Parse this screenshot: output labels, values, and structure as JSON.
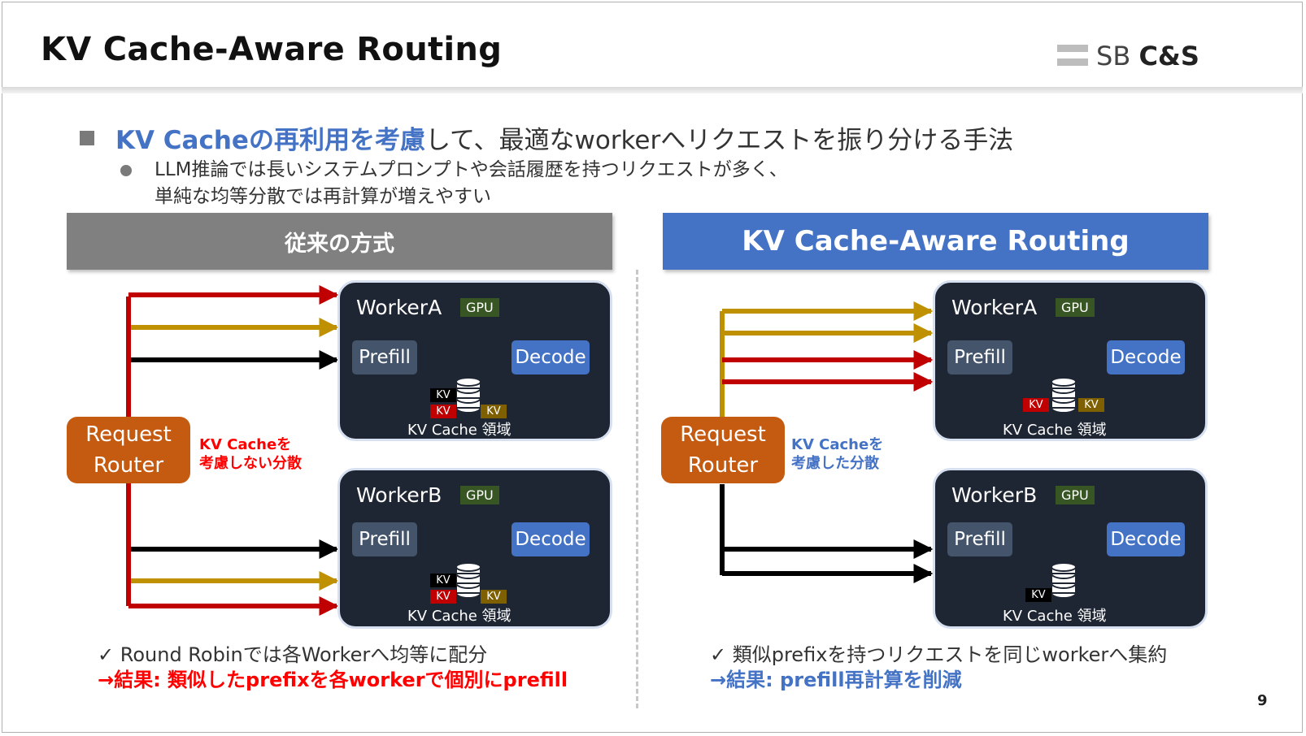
{
  "title": "KV Cache-Aware Routing",
  "logo": {
    "text_thin": "SB",
    "text_bold": "C&S"
  },
  "bullets": {
    "main_highlight": "KV Cacheの再利用を考慮",
    "main_rest": "して、最適なworkerへリクエストを振り分ける手法",
    "sub_line1": "LLM推論では長いシステムプロンプトや会話履歴を持つリクエストが多く、",
    "sub_line2": "単純な均等分散では再計算が増えやすい"
  },
  "left_panel": {
    "header": "従来の方式",
    "router_line1": "Request",
    "router_line2": "Router",
    "note_line1": "KV Cacheを",
    "note_line2": "考慮しない分散",
    "check_text": "✓  Round Robinでは各Workerへ均等に配分",
    "result_text": "→結果: 類似したprefixを各workerで個別にprefill"
  },
  "right_panel": {
    "header": "KV Cache-Aware Routing",
    "router_line1": "Request",
    "router_line2": "Router",
    "note_line1": "KV Cacheを",
    "note_line2": "考慮した分散",
    "check_text": "✓  類似prefixを持つリクエストを同じworkerへ集約",
    "result_text": "→結果: prefill再計算を削減"
  },
  "worker_labels": {
    "worker_a": "WorkerA",
    "worker_b": "WorkerB",
    "gpu": "GPU",
    "prefill": "Prefill",
    "decode": "Decode",
    "kv": "KV",
    "kv_region": "KV Cache 領域"
  },
  "colors": {
    "red": "#c00000",
    "gold": "#bf9000",
    "black": "#000000",
    "router": "#c55a11",
    "accent_blue": "#4472c4",
    "note_red": "#ff0000",
    "worker_bg": "#1f2633"
  },
  "page_number": "9"
}
